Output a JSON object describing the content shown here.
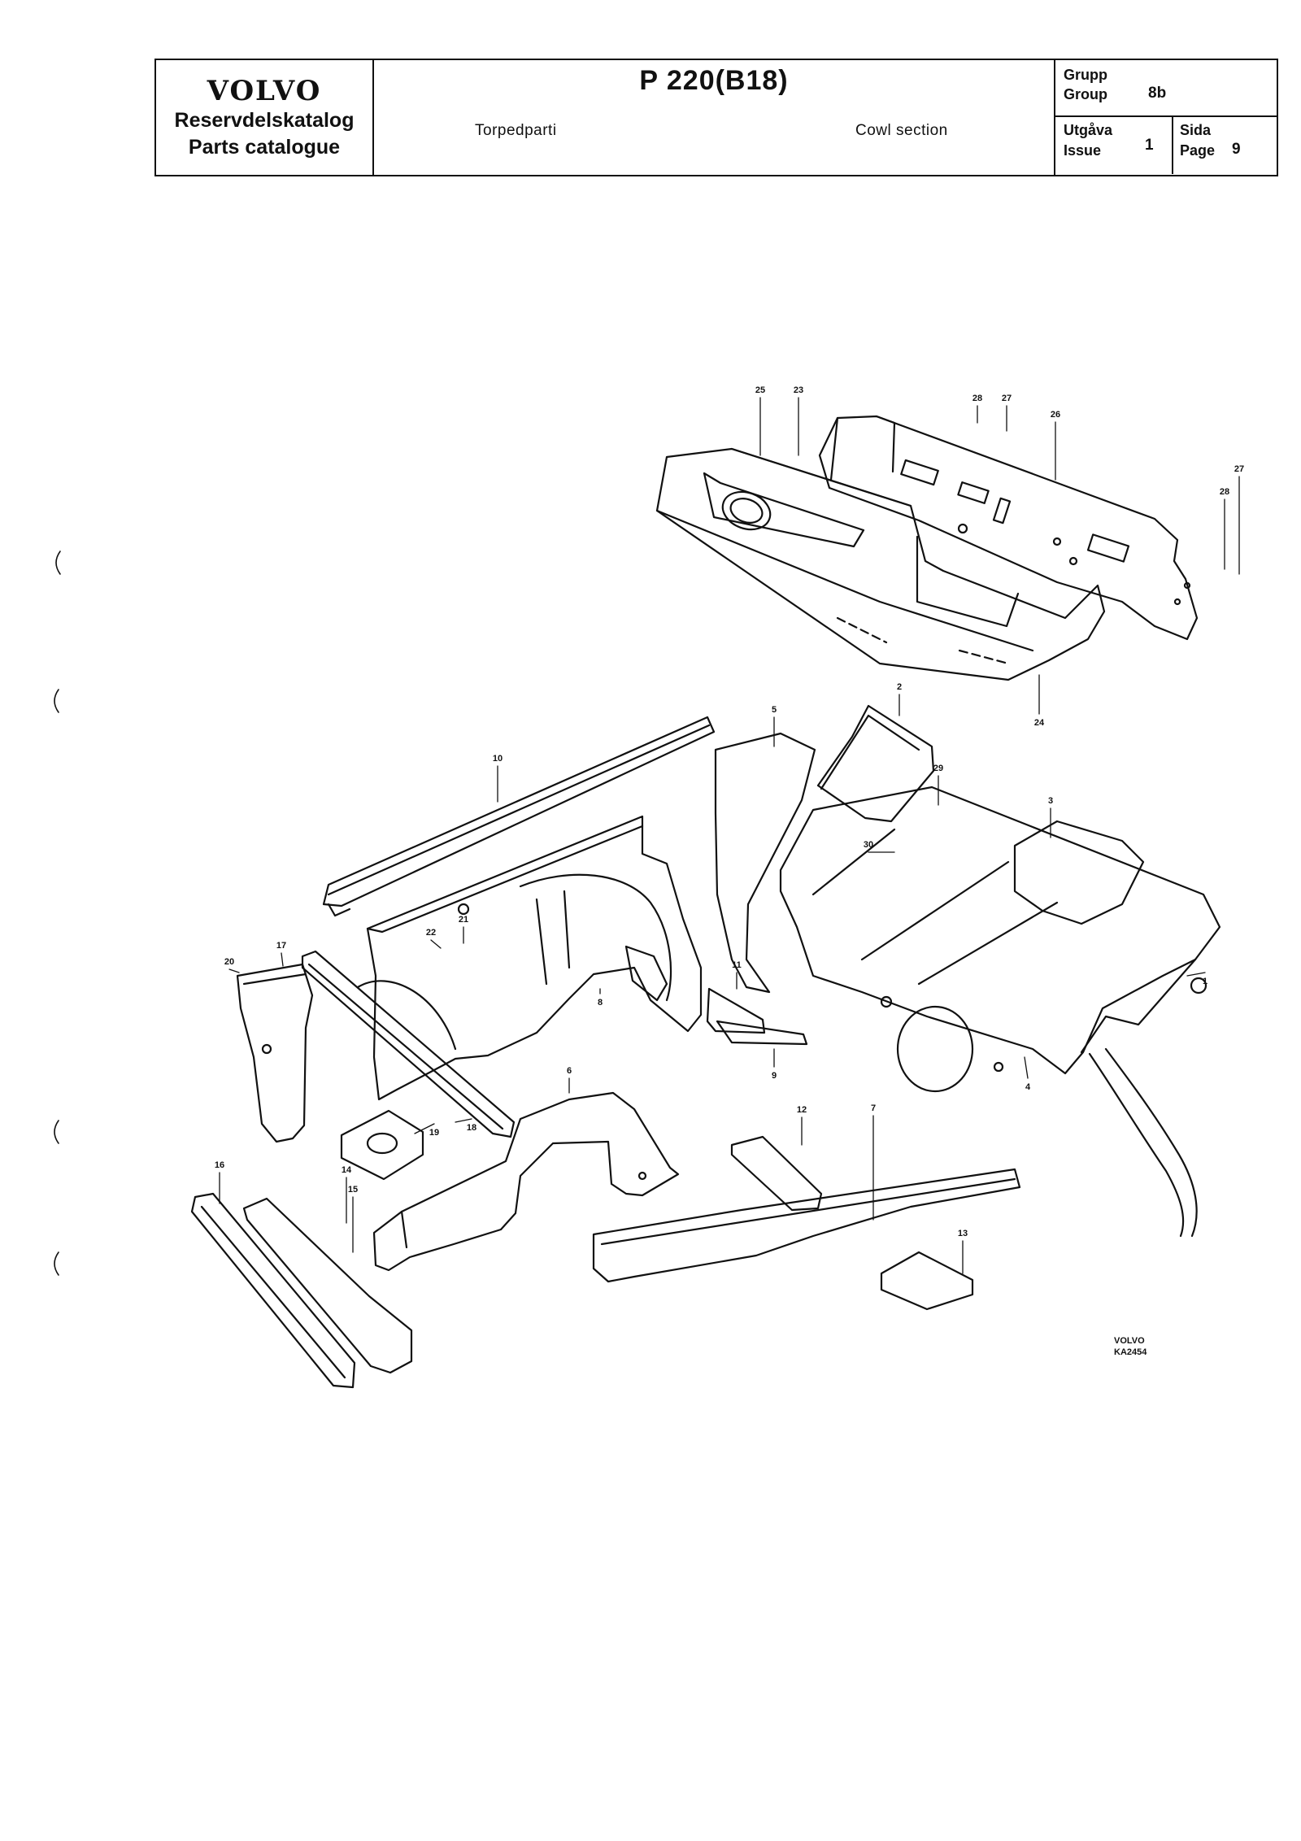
{
  "header": {
    "brand": "VOLVO",
    "catalogue_sv": "Reservdelskatalog",
    "catalogue_en": "Parts catalogue",
    "model": "P 220(B18)",
    "section_sv": "Torpedparti",
    "section_en": "Cowl section",
    "group_label_sv": "Grupp",
    "group_label_en": "Group",
    "group_value": "8b",
    "issue_label_sv": "Utgåva",
    "issue_label_en": "Issue",
    "issue_value": "1",
    "page_label_sv": "Sida",
    "page_label_en": "Page",
    "page_value": "9"
  },
  "drawing": {
    "callouts": [
      "25",
      "23",
      "28",
      "27",
      "26",
      "27",
      "28",
      "24",
      "10",
      "5",
      "2",
      "29",
      "3",
      "30",
      "1",
      "21",
      "22",
      "20",
      "17",
      "8",
      "11",
      "9",
      "4",
      "6",
      "12",
      "7",
      "19",
      "18",
      "16",
      "14",
      "15",
      "13"
    ],
    "stamp_line1": "VOLVO",
    "stamp_line2": "KA2454"
  },
  "colors": {
    "ink": "#111111",
    "paper": "#ffffff"
  }
}
